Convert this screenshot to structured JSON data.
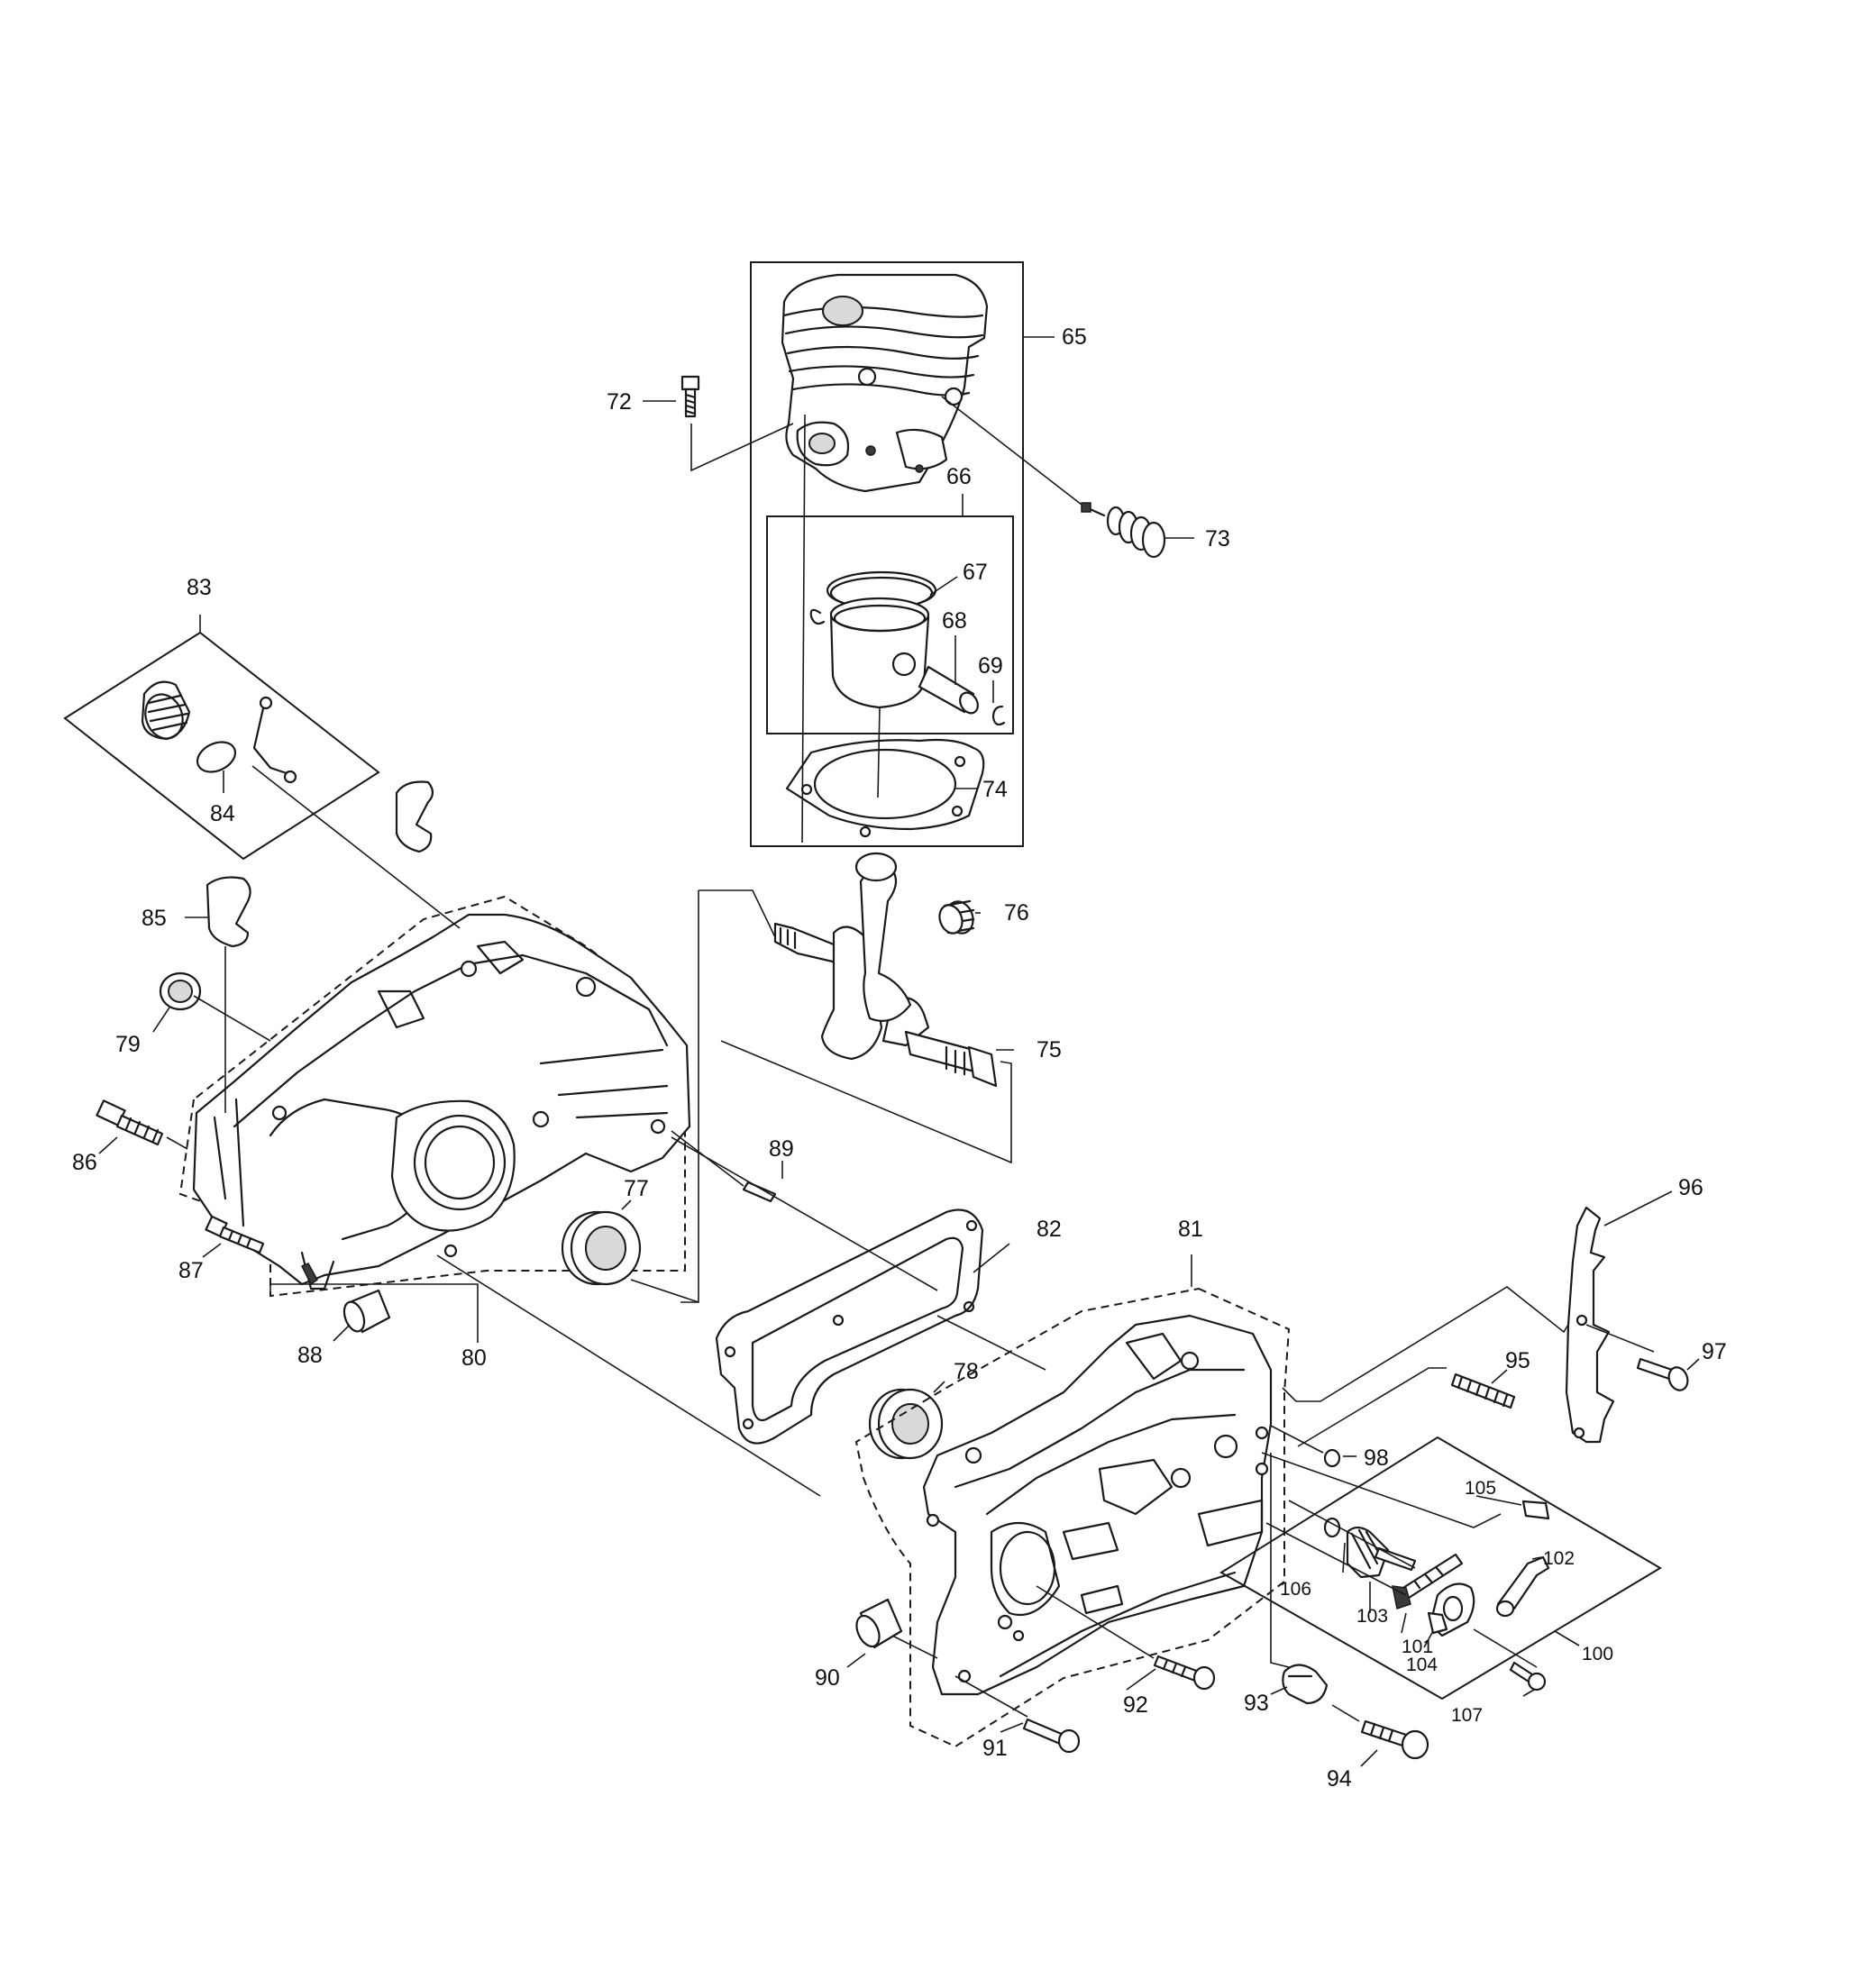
{
  "callouts": [
    {
      "id": "65",
      "label": "65"
    },
    {
      "id": "66",
      "label": "66"
    },
    {
      "id": "67",
      "label": "67"
    },
    {
      "id": "68",
      "label": "68"
    },
    {
      "id": "69",
      "label": "69"
    },
    {
      "id": "72",
      "label": "72"
    },
    {
      "id": "73",
      "label": "73"
    },
    {
      "id": "74",
      "label": "74"
    },
    {
      "id": "75",
      "label": "75"
    },
    {
      "id": "76",
      "label": "76"
    },
    {
      "id": "77",
      "label": "77"
    },
    {
      "id": "78",
      "label": "78"
    },
    {
      "id": "79",
      "label": "79"
    },
    {
      "id": "80",
      "label": "80"
    },
    {
      "id": "81",
      "label": "81"
    },
    {
      "id": "82",
      "label": "82"
    },
    {
      "id": "83",
      "label": "83"
    },
    {
      "id": "84",
      "label": "84"
    },
    {
      "id": "85",
      "label": "85"
    },
    {
      "id": "86",
      "label": "86"
    },
    {
      "id": "87",
      "label": "87"
    },
    {
      "id": "88",
      "label": "88"
    },
    {
      "id": "89",
      "label": "89"
    },
    {
      "id": "90",
      "label": "90"
    },
    {
      "id": "91",
      "label": "91"
    },
    {
      "id": "92",
      "label": "92"
    },
    {
      "id": "93",
      "label": "93"
    },
    {
      "id": "94",
      "label": "94"
    },
    {
      "id": "95",
      "label": "95"
    },
    {
      "id": "96",
      "label": "96"
    },
    {
      "id": "97",
      "label": "97"
    },
    {
      "id": "98",
      "label": "98"
    },
    {
      "id": "100",
      "label": "100"
    },
    {
      "id": "101",
      "label": "101"
    },
    {
      "id": "102",
      "label": "102"
    },
    {
      "id": "103",
      "label": "103"
    },
    {
      "id": "104",
      "label": "104"
    },
    {
      "id": "105",
      "label": "105"
    },
    {
      "id": "106",
      "label": "106"
    },
    {
      "id": "107",
      "label": "107"
    }
  ]
}
